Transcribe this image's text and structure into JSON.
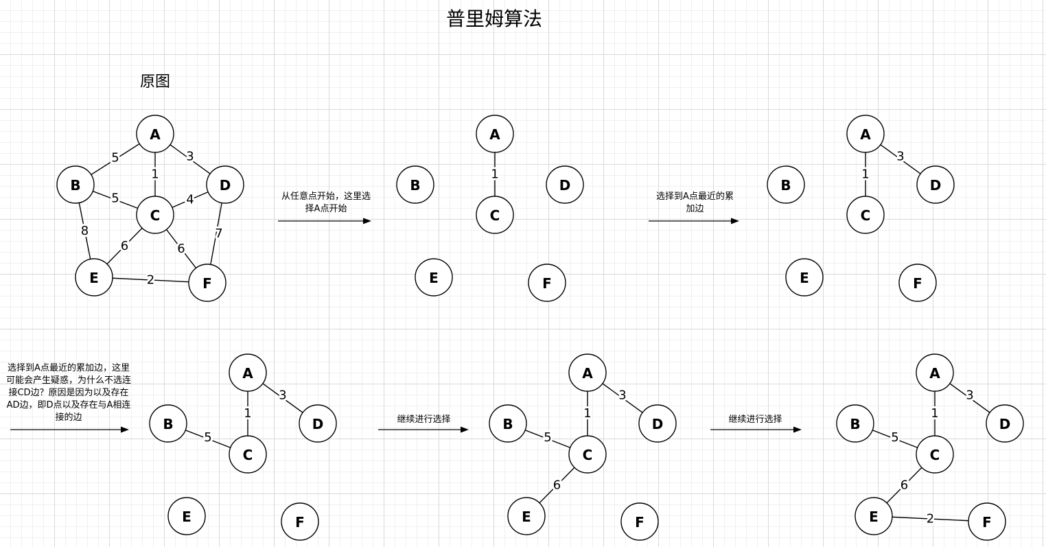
{
  "title": "普里姆算法",
  "subtitle": "原图",
  "notes": {
    "step1": "从任意点开始，这里选择A点开始",
    "step2": "选择到A点最近的累加边",
    "step3": "选择到A点最近的累加边，这里可能会产生疑惑，为什么不选连接CD边？原因是因为以及存在AD边，即D点以及存在与A相连接的边",
    "step4": "继续进行选择",
    "step5": "继续进行选择"
  },
  "node_labels": [
    "A",
    "B",
    "C",
    "D",
    "E",
    "F"
  ],
  "graphs": [
    {
      "name": "original",
      "edges": [
        {
          "from": "A",
          "to": "B",
          "weight": "5"
        },
        {
          "from": "A",
          "to": "D",
          "weight": "3"
        },
        {
          "from": "A",
          "to": "C",
          "weight": "1"
        },
        {
          "from": "B",
          "to": "C",
          "weight": "5"
        },
        {
          "from": "C",
          "to": "D",
          "weight": "4"
        },
        {
          "from": "B",
          "to": "E",
          "weight": "8"
        },
        {
          "from": "C",
          "to": "E",
          "weight": "6"
        },
        {
          "from": "C",
          "to": "F",
          "weight": "6"
        },
        {
          "from": "D",
          "to": "F",
          "weight": "7"
        },
        {
          "from": "E",
          "to": "F",
          "weight": "2"
        }
      ]
    },
    {
      "name": "step-1",
      "edges": [
        {
          "from": "A",
          "to": "C",
          "weight": "1"
        }
      ]
    },
    {
      "name": "step-2",
      "edges": [
        {
          "from": "A",
          "to": "C",
          "weight": "1"
        },
        {
          "from": "A",
          "to": "D",
          "weight": "3"
        }
      ]
    },
    {
      "name": "step-3",
      "edges": [
        {
          "from": "A",
          "to": "C",
          "weight": "1"
        },
        {
          "from": "A",
          "to": "D",
          "weight": "3"
        },
        {
          "from": "B",
          "to": "C",
          "weight": "5"
        }
      ]
    },
    {
      "name": "step-4",
      "edges": [
        {
          "from": "A",
          "to": "C",
          "weight": "1"
        },
        {
          "from": "A",
          "to": "D",
          "weight": "3"
        },
        {
          "from": "B",
          "to": "C",
          "weight": "5"
        },
        {
          "from": "C",
          "to": "E",
          "weight": "6"
        }
      ]
    },
    {
      "name": "step-5",
      "edges": [
        {
          "from": "A",
          "to": "C",
          "weight": "1"
        },
        {
          "from": "A",
          "to": "D",
          "weight": "3"
        },
        {
          "from": "B",
          "to": "C",
          "weight": "5"
        },
        {
          "from": "C",
          "to": "E",
          "weight": "6"
        },
        {
          "from": "E",
          "to": "F",
          "weight": "2"
        }
      ]
    }
  ]
}
